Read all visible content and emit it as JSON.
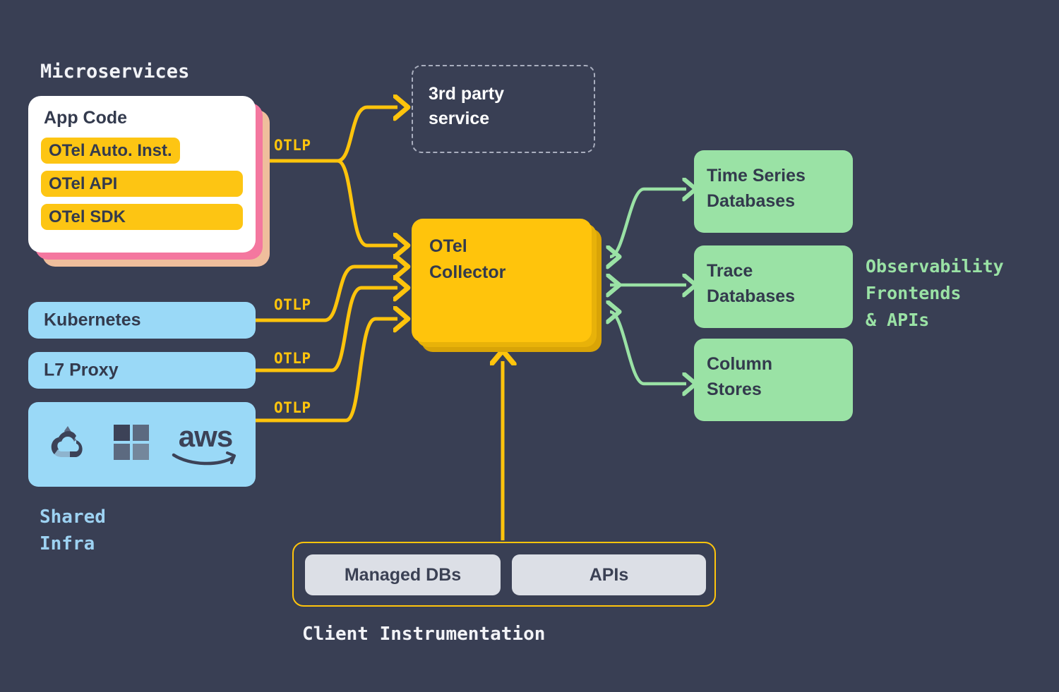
{
  "colors": {
    "background": "#393F54",
    "yellow": "#FFC40C",
    "yellow_dark": "#D9A407",
    "green": "#9AE2A5",
    "blue": "#9AD9F7",
    "pink": "#F4779F",
    "peach": "#EFBE9C",
    "white": "#FFFFFF",
    "gray_pill": "#DCDFE6",
    "dashed_border": "#A9AEBE",
    "text_dark": "#333A4D"
  },
  "microservices": {
    "section_title": "Microservices",
    "card_title": "App Code",
    "pills": [
      {
        "label": "OTel Auto. Inst."
      },
      {
        "label": "OTel API"
      },
      {
        "label": "OTel SDK"
      }
    ]
  },
  "third_party": {
    "label": "3rd party\nservice"
  },
  "collector": {
    "label": "OTel\nCollector"
  },
  "shared_infra": {
    "section_label": "Shared\nInfra",
    "items": [
      {
        "label": "Kubernetes"
      },
      {
        "label": "L7 Proxy"
      }
    ],
    "cloud_logos": [
      {
        "name": "google-cloud-logo"
      },
      {
        "name": "microsoft-azure-logo"
      },
      {
        "name": "aws-logo",
        "wordmark": "aws"
      }
    ]
  },
  "observability": {
    "section_label": "Observability\nFrontends\n& APIs",
    "stores": [
      {
        "label": "Time Series\nDatabases"
      },
      {
        "label": "Trace\nDatabases"
      },
      {
        "label": "Column\nStores"
      }
    ]
  },
  "client_instrumentation": {
    "section_label": "Client Instrumentation",
    "items": [
      {
        "label": "Managed DBs"
      },
      {
        "label": "APIs"
      }
    ]
  },
  "connectors": {
    "otlp_labels": [
      {
        "label": "OTLP",
        "source": "microservices"
      },
      {
        "label": "OTLP",
        "source": "kubernetes"
      },
      {
        "label": "OTLP",
        "source": "l7-proxy"
      },
      {
        "label": "OTLP",
        "source": "cloud-providers"
      }
    ]
  }
}
